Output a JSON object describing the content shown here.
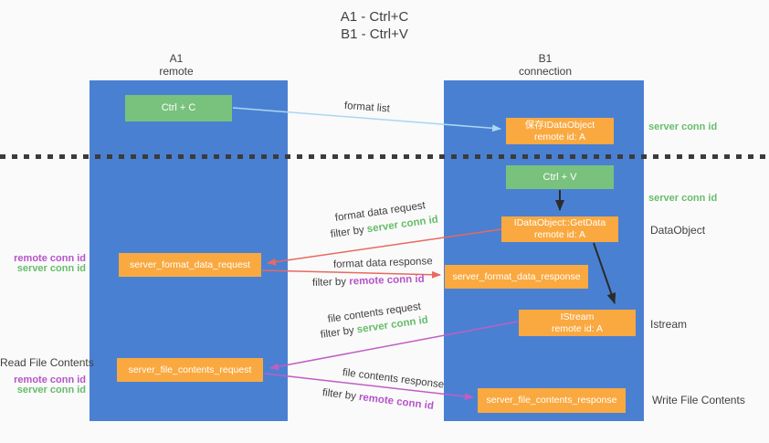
{
  "title": {
    "line1": "A1 - Ctrl+C",
    "line2": "B1 - Ctrl+V"
  },
  "columns": {
    "a": {
      "name": "A1",
      "subtitle": "remote"
    },
    "b": {
      "name": "B1",
      "subtitle": "connection"
    }
  },
  "nodes": {
    "ctrl_c": {
      "label": "Ctrl + C"
    },
    "ctrl_v": {
      "label": "Ctrl + V"
    },
    "save_dataobject": {
      "line1": "保存IDataObject",
      "line2": "remote id: A"
    },
    "getdata": {
      "line1": "IDataObject::GetData",
      "line2": "remote id: A"
    },
    "istream": {
      "line1": "IStream",
      "line2": "remote id: A"
    },
    "server_format_data_request": {
      "label": "server_format_data_request"
    },
    "server_format_data_response": {
      "label": "server_format_data_response"
    },
    "server_file_contents_request": {
      "label": "server_file_contents_request"
    },
    "server_file_contents_response": {
      "label": "server_file_contents_response"
    }
  },
  "edge_labels": {
    "format_list": "format list",
    "format_data_request": "format data request",
    "format_data_response": "format data response",
    "file_contents_request": "file contents request",
    "file_contents_response": "file contents response",
    "filter_by": "filter by ",
    "server_conn_id": "server conn id",
    "remote_conn_id": "remote conn id"
  },
  "side_labels": {
    "right_server_conn_id_1": "server conn id",
    "right_server_conn_id_2": "server conn id",
    "dataobject": "DataObject",
    "istream": "Istream",
    "write_file_contents": "Write File Contents",
    "read_file_contents": "Read File Contents",
    "left_remote_conn_id_1": "remote conn id",
    "left_server_conn_id_1": "server conn id",
    "left_remote_conn_id_2": "remote conn id",
    "left_server_conn_id_2": "server conn id"
  },
  "colors": {
    "lane_blue": "#4a80d2",
    "node_green": "#79c27d",
    "node_orange": "#f9a940",
    "arrow_light_blue": "#aad7f2",
    "arrow_red": "#e8695f",
    "arrow_magenta": "#c05ec4",
    "arrow_black": "#2b2b2b",
    "text_green": "#67bd6b",
    "text_purple": "#b554c8",
    "text_dark": "#3f3f3f",
    "background": "#fafafa"
  }
}
